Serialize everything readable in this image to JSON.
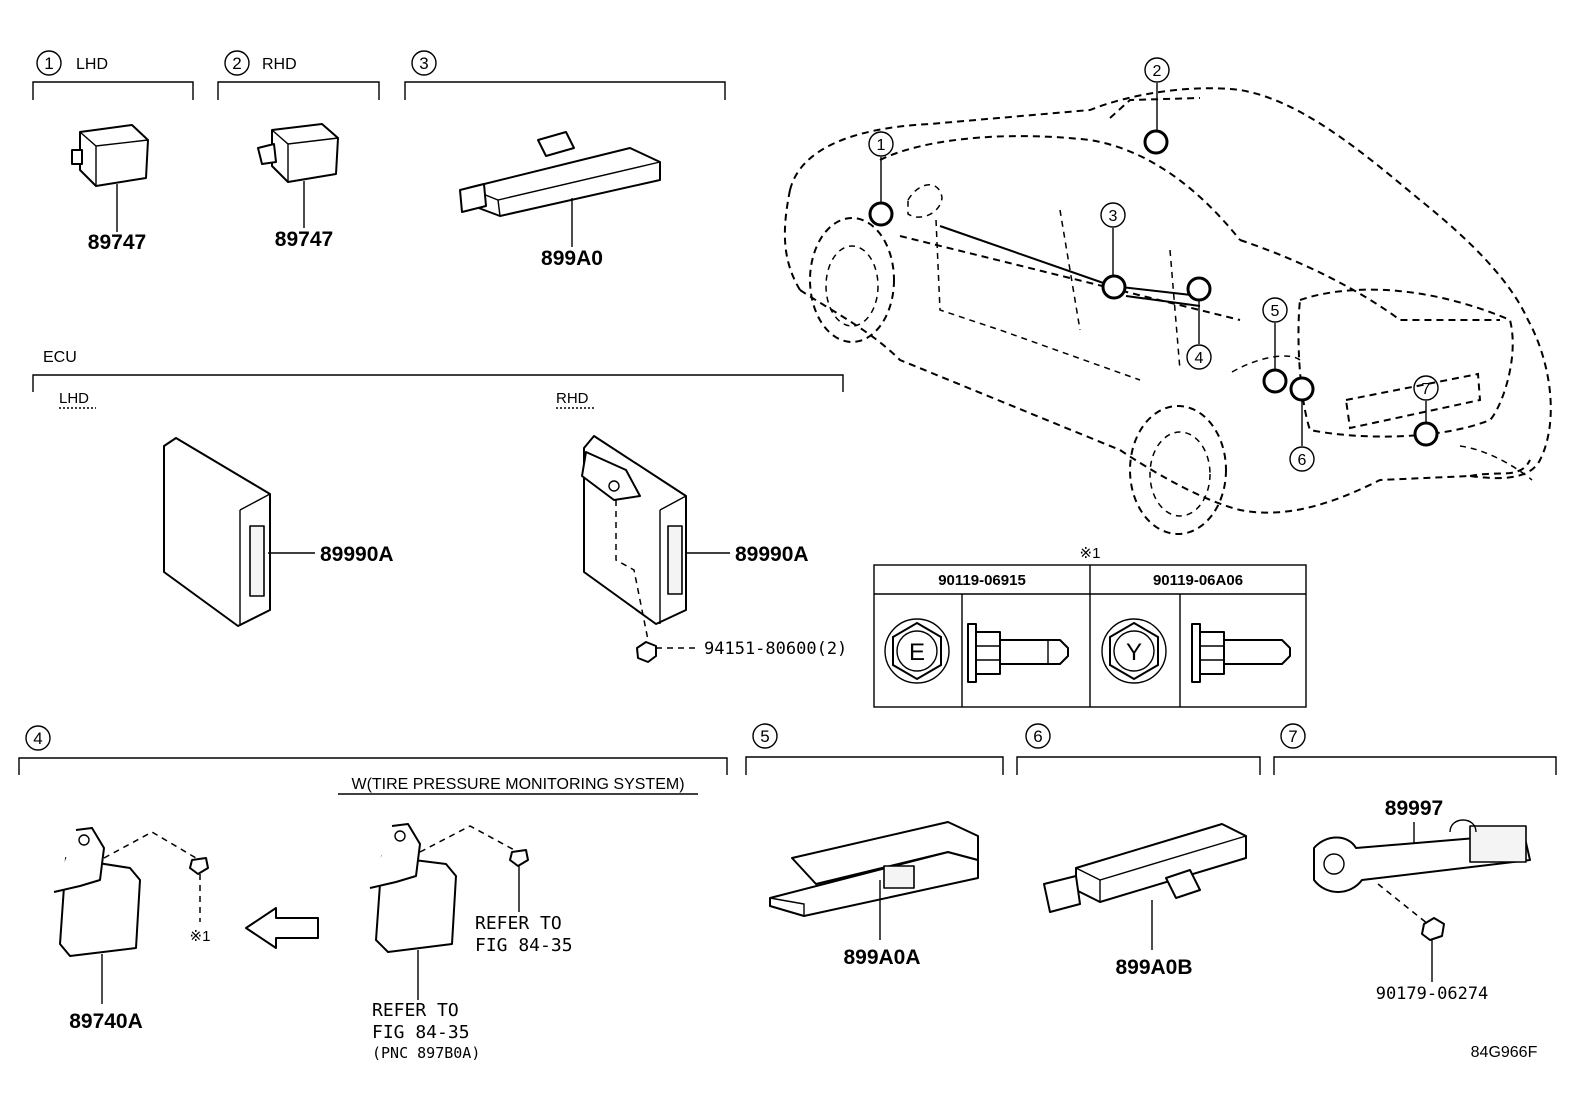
{
  "sections": {
    "s1": {
      "num": "1",
      "label": "LHD"
    },
    "s2": {
      "num": "2",
      "label": "RHD"
    },
    "s3": {
      "num": "3"
    },
    "s4": {
      "num": "4",
      "subtitle": "W(TIRE PRESSURE MONITORING SYSTEM)"
    },
    "s5": {
      "num": "5"
    },
    "s6": {
      "num": "6"
    },
    "s7": {
      "num": "7"
    },
    "ecu": {
      "title": "ECU",
      "lhd": "LHD",
      "rhd": "RHD"
    }
  },
  "parts": {
    "p89747_lhd": "89747",
    "p89747_rhd": "89747",
    "p899a0": "899A0",
    "p89990a_lhd": "89990A",
    "p89990a_rhd": "89990A",
    "p94151": "94151-80600(2)",
    "p89740a": "89740A",
    "p899a0a": "899A0A",
    "p899a0b": "899A0B",
    "p89997": "89997",
    "p90179": "90179-06274"
  },
  "notes": {
    "ref_mark": "※1",
    "ref_mark_2": "※1",
    "refer_to_1a": "REFER TO",
    "refer_to_1b": "FIG 84-35",
    "refer_to_2a": "REFER TO",
    "refer_to_2b": "FIG 84-35",
    "refer_to_2c": "(PNC 897B0A)"
  },
  "bolt_table": {
    "mark": "※1",
    "col1": "90119-06915",
    "col2": "90119-06A06",
    "head1": "E",
    "head2": "Y"
  },
  "car_callouts": [
    "1",
    "2",
    "3",
    "4",
    "5",
    "6",
    "7"
  ],
  "figure_id": "84G966F"
}
